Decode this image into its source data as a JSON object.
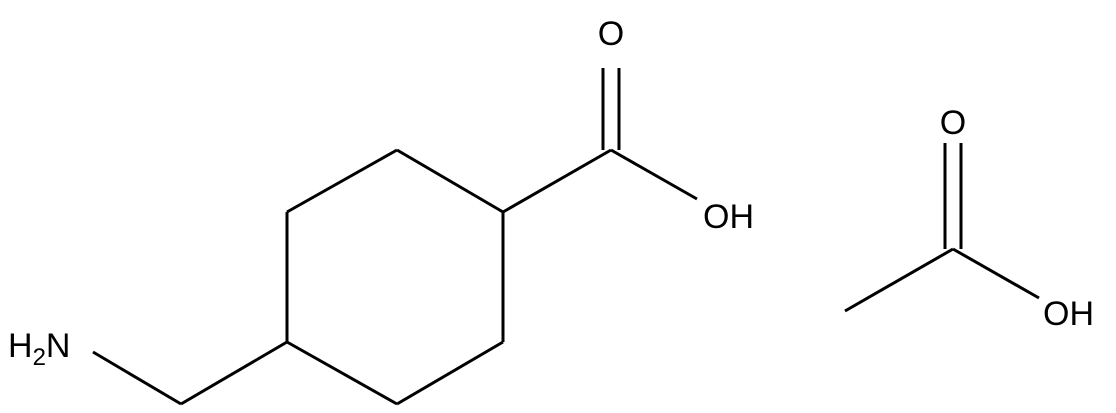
{
  "molecules": {
    "tranexamic_acid": {
      "amine": {
        "label": "H",
        "subscript": "2",
        "suffix": "N"
      },
      "carbonyl_oxygen": "O",
      "hydroxyl": "OH"
    },
    "acetic_acid": {
      "carbonyl_oxygen": "O",
      "hydroxyl": "OH"
    }
  },
  "colors": {
    "bond": "#000000",
    "text": "#000000",
    "background": "#ffffff"
  }
}
